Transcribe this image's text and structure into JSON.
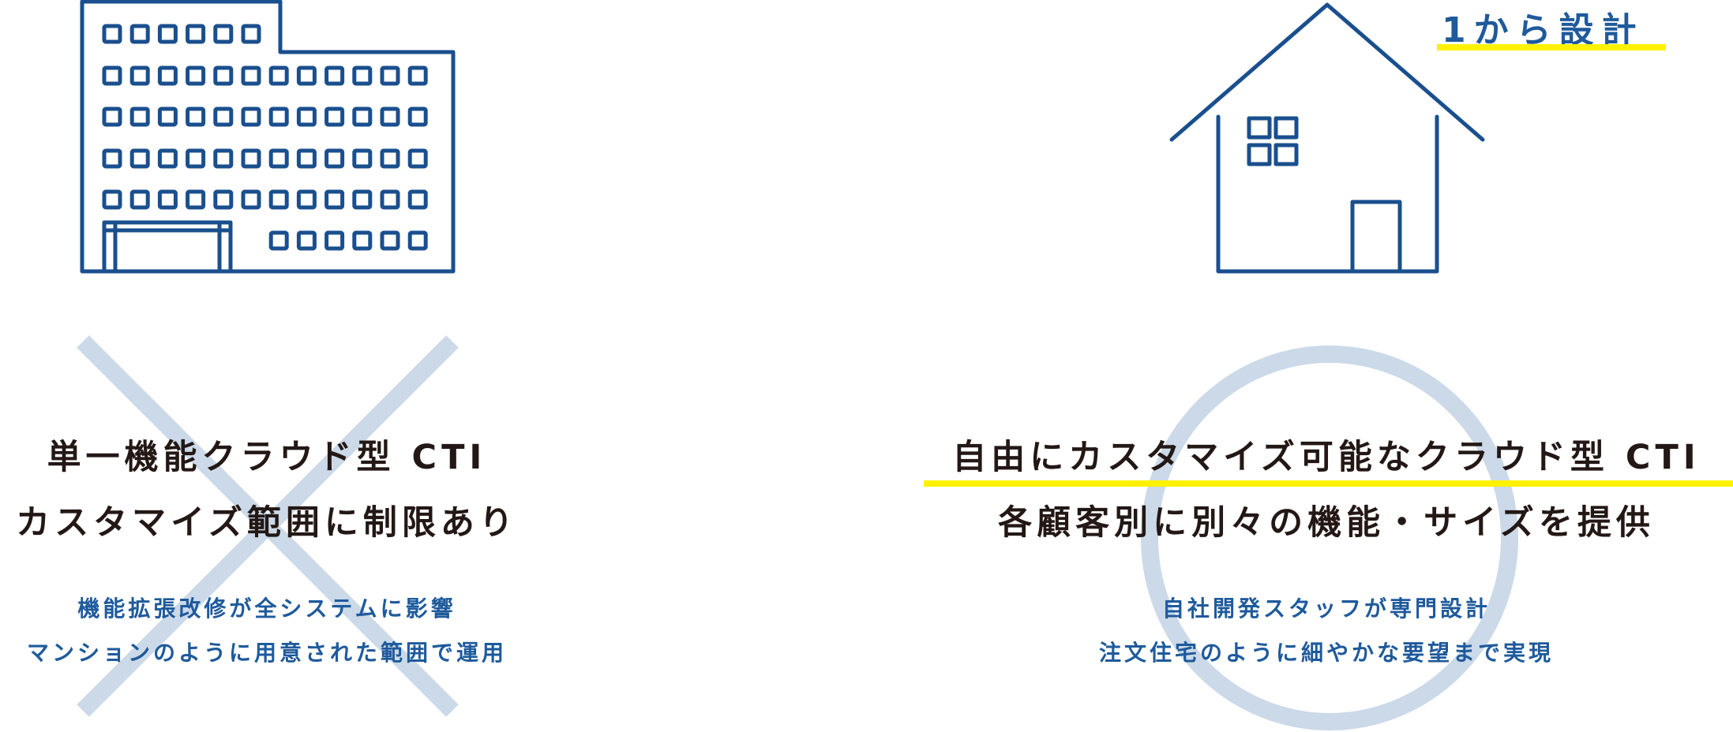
{
  "colors": {
    "icon_blue": "#1a4f8e",
    "text_blue": "#1e5a9c",
    "text_dark": "#231815",
    "mark_light_blue": "#cbd9e8",
    "highlight_yellow": "#fff200"
  },
  "left": {
    "icon": "office-building-icon",
    "mark": "cross-mark",
    "title_line1": "単一機能クラウド型 CTI",
    "title_line2": "カスタマイズ範囲に制限あり",
    "sub_line1": "機能拡張改修が全システムに影響",
    "sub_line2": "マンションのように用意された範囲で運用"
  },
  "right": {
    "icon": "house-icon",
    "mark": "circle-mark",
    "badge": "1から設計",
    "title_line1": "自由にカスタマイズ可能なクラウド型 CTI",
    "title_line2": "各顧客別に別々の機能・サイズを提供",
    "sub_line1": "自社開発スタッフが専門設計",
    "sub_line2": "注文住宅のように細やかな要望まで実現"
  }
}
